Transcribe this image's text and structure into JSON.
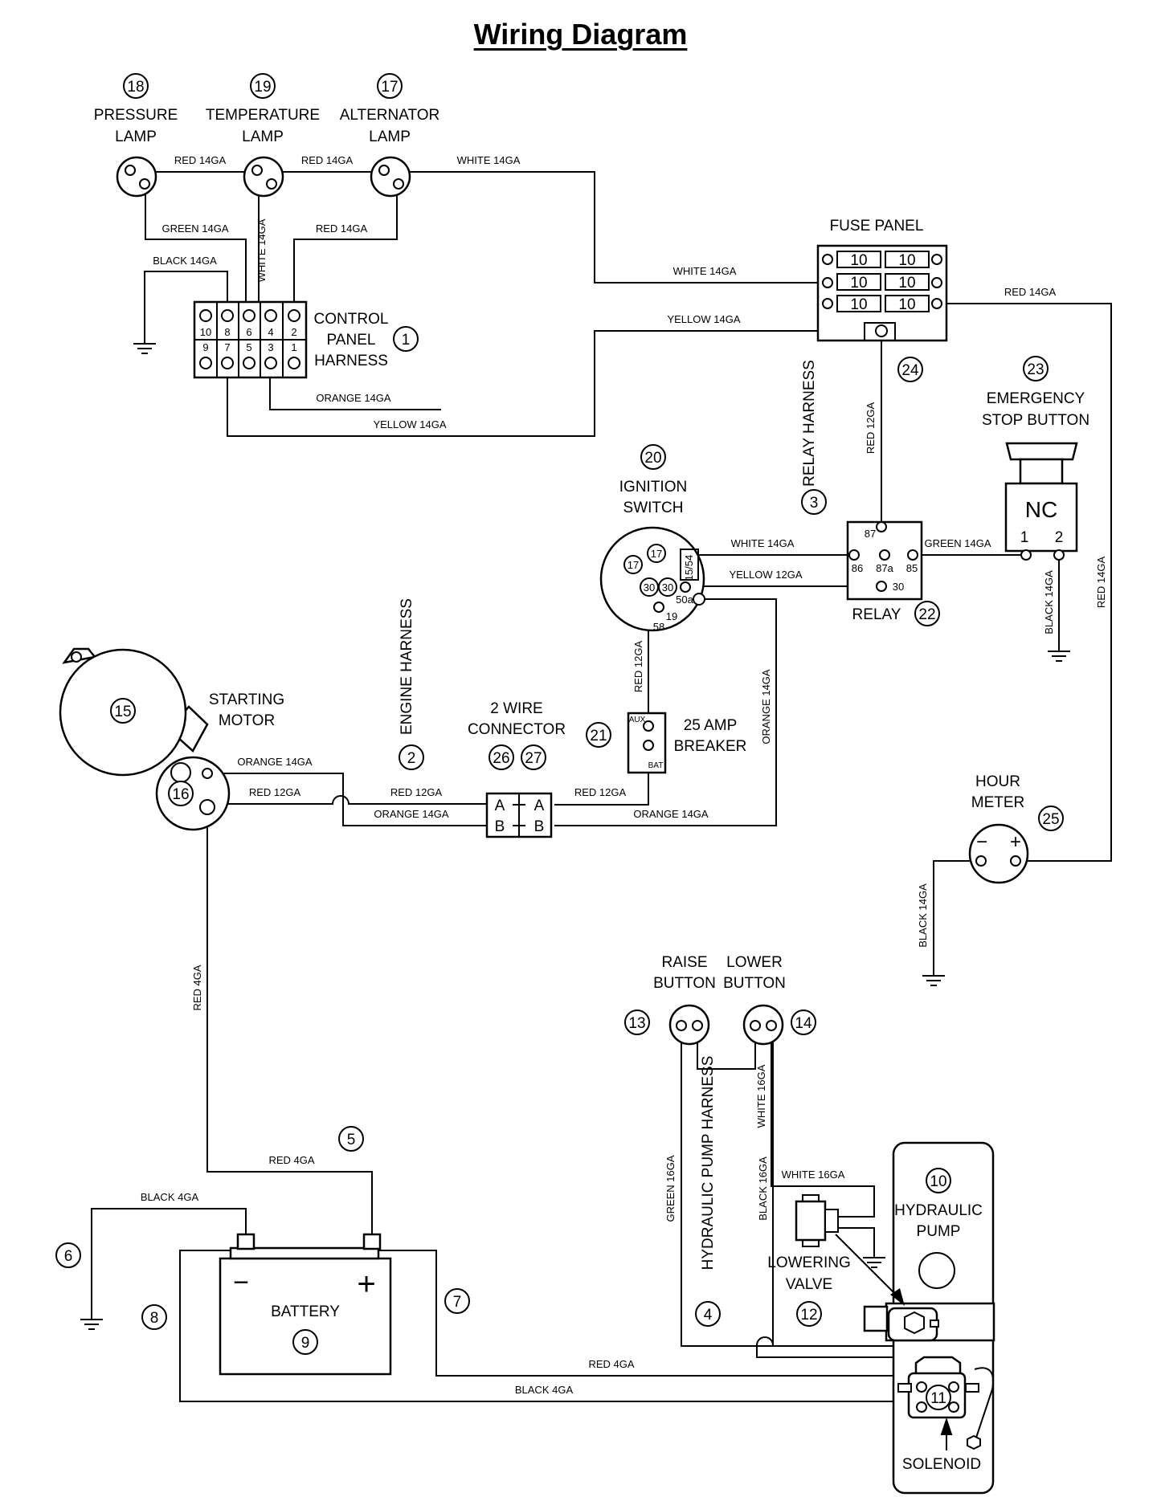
{
  "title": "Wiring Diagram",
  "components": {
    "pressure_lamp": {
      "num": "18",
      "l1": "PRESSURE",
      "l2": "LAMP"
    },
    "temperature_lamp": {
      "num": "19",
      "l1": "TEMPERATURE",
      "l2": "LAMP"
    },
    "alternator_lamp": {
      "num": "17",
      "l1": "ALTERNATOR",
      "l2": "LAMP"
    },
    "control_panel_harness": {
      "num": "1",
      "l1": "CONTROL",
      "l2": "PANEL",
      "l3": "HARNESS",
      "pins_top": [
        "10",
        "8",
        "6",
        "4",
        "2"
      ],
      "pins_bottom": [
        "9",
        "7",
        "5",
        "3",
        "1"
      ]
    },
    "fuse_panel": {
      "label": "FUSE PANEL",
      "fuse_rating": "10"
    },
    "relay_harness": {
      "num": "3",
      "label": "RELAY HARNESS"
    },
    "relay": {
      "num": "22",
      "label": "RELAY",
      "pins": [
        "87",
        "86",
        "87a",
        "85",
        "30"
      ]
    },
    "emergency_stop": {
      "num": "23",
      "l1": "EMERGENCY",
      "l2": "STOP BUTTON",
      "nc": "NC",
      "t1": "1",
      "t2": "2"
    },
    "ignition_switch": {
      "num": "20",
      "l1": "IGNITION",
      "l2": "SWITCH",
      "pins": [
        "17",
        "17",
        "30",
        "30",
        "15/54",
        "50a",
        "19",
        "58"
      ]
    },
    "breaker": {
      "num": "21",
      "l1": "25 AMP",
      "l2": "BREAKER",
      "aux": "AUX",
      "bat": "BAT"
    },
    "engine_harness": {
      "num": "2",
      "label": "ENGINE HARNESS"
    },
    "wire_connector": {
      "num1": "26",
      "num2": "27",
      "l1": "2 WIRE",
      "l2": "CONNECTOR",
      "a": "A",
      "b": "B"
    },
    "starting_motor": {
      "num": "15",
      "l1": "STARTING",
      "l2": "MOTOR",
      "terminal_num": "16"
    },
    "hour_meter": {
      "num": "25",
      "l1": "HOUR",
      "l2": "METER",
      "minus": "−",
      "plus": "+"
    },
    "raise_button": {
      "num": "13",
      "l1": "RAISE",
      "l2": "BUTTON"
    },
    "lower_button": {
      "num": "14",
      "l1": "LOWER",
      "l2": "BUTTON"
    },
    "hydraulic_pump_harness": {
      "num": "4",
      "label": "HYDRAULIC PUMP HARNESS"
    },
    "hydraulic_pump": {
      "num": "10",
      "l1": "HYDRAULIC",
      "l2": "PUMP"
    },
    "lowering_valve": {
      "num": "12",
      "l1": "LOWERING",
      "l2": "VALVE"
    },
    "solenoid": {
      "num": "11",
      "label": "SOLENOID"
    },
    "battery": {
      "num": "9",
      "label": "BATTERY",
      "minus": "−",
      "plus": "+"
    },
    "cable_5": {
      "num": "5"
    },
    "cable_6": {
      "num": "6"
    },
    "cable_7": {
      "num": "7"
    },
    "cable_8": {
      "num": "8"
    },
    "relay_harness_ref": {
      "num": "24"
    }
  },
  "wire_labels": {
    "red14_a": "RED 14GA",
    "red14_b": "RED 14GA",
    "white14_top": "WHITE 14GA",
    "green14_lamp": "GREEN 14GA",
    "white14_vert": "WHITE 14GA",
    "red14_lamp": "RED 14GA",
    "black14_harness": "BLACK 14GA",
    "white14_fuse": "WHITE 14GA",
    "yellow14_fuse": "YELLOW 14GA",
    "red14_fuse_right": "RED 14GA",
    "orange14_harness": "ORANGE 14GA",
    "yellow14_harness": "YELLOW 14GA",
    "red12_relay_harness": "RED 12GA",
    "white14_ign": "WHITE 14GA",
    "yellow12_ign": "YELLOW 12GA",
    "green14_relay": "GREEN 14GA",
    "black14_estop": "BLACK 14GA",
    "red14_right_vert": "RED 14GA",
    "red12_ign_breaker": "RED 12GA",
    "orange14_ign": "ORANGE 14GA",
    "orange14_motor": "ORANGE 14GA",
    "red12_motor": "RED 12GA",
    "red12_conn_left": "RED 12GA",
    "orange14_conn_left": "ORANGE 14GA",
    "red12_conn_right": "RED 12GA",
    "orange14_conn_right": "ORANGE 14GA",
    "black14_hour": "BLACK 14GA",
    "red4_motor": "RED 4GA",
    "red4_battery_top": "RED 4GA",
    "black4_top": "BLACK 4GA",
    "red4_bottom": "RED 4GA",
    "black4_bottom": "BLACK 4GA",
    "green16": "GREEN 16GA",
    "black16": "BLACK 16GA",
    "white16_vert": "WHITE 16GA",
    "white16_horiz": "WHITE 16GA"
  }
}
